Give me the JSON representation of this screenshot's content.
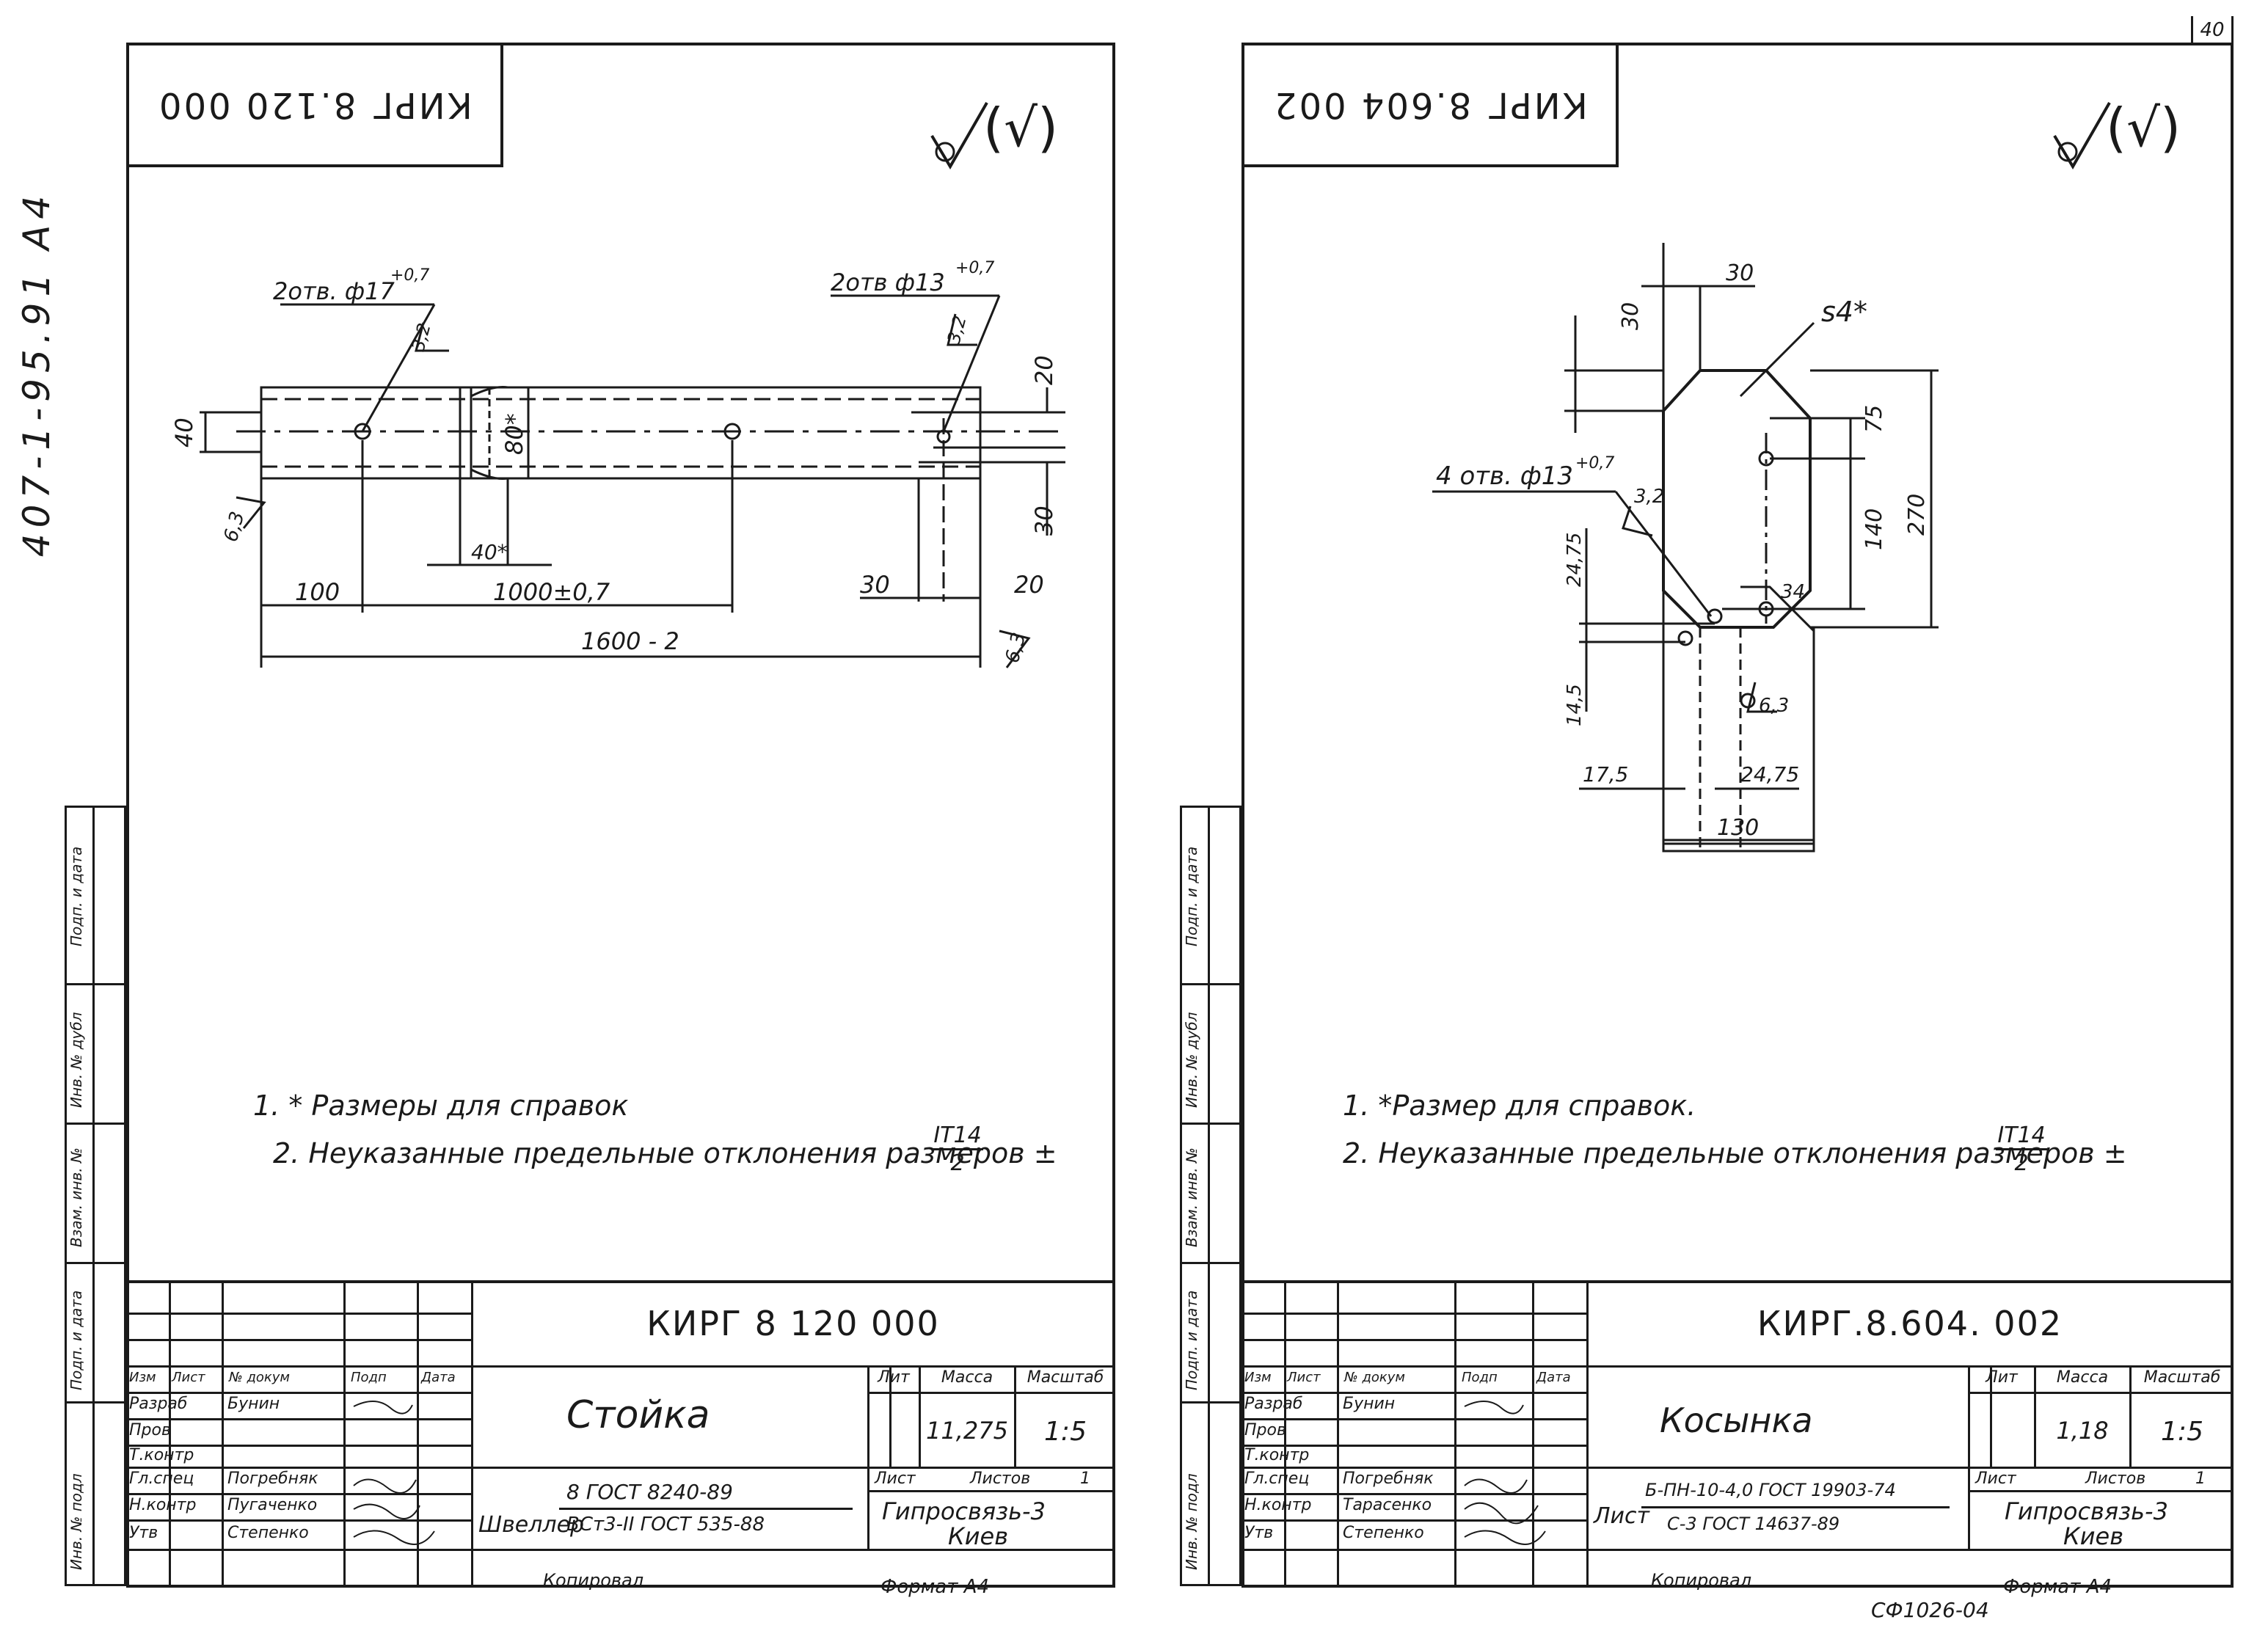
{
  "page_number": "40",
  "footer_code": "СФ1026-04",
  "left": {
    "header_code": "КИРГ 8.120 000",
    "roughness": "(√)",
    "vertical_label": "407-1-95.91 А4",
    "dims": {
      "hole1": "2отв. ф17",
      "hole1_tol": "+0,7",
      "hole2": "2отв ф13",
      "hole2_tol": "+0,7",
      "r32a": "3,2",
      "r32b": "3,2",
      "d20top": "20",
      "d40": "40",
      "d80": "80*",
      "d30right": "30",
      "d63left": "6,3",
      "d40w": "40*",
      "d100": "100",
      "d1000": "1000±0,7",
      "d30": "30",
      "d20": "20",
      "d1600": "1600 - 2",
      "d63right": "6,3"
    },
    "notes": [
      "1. * Размеры для справок",
      "2. Неуказанные предельные отклонения размеров ±"
    ],
    "tol_num": "IT14",
    "tol_den": "2",
    "title_block": {
      "code": "КИРГ 8 120 000",
      "name": "Стойка",
      "col_headers": [
        "Лит",
        "Масса",
        "Масштаб"
      ],
      "mass": "11,275",
      "scale": "1:5",
      "sheet_label": "Лист",
      "sheets_label": "Листов",
      "sheets_value": "1",
      "material_prefix": "Швеллер",
      "material_top": "8 ГОСТ 8240-89",
      "material_bottom": "ВСт3-II ГОСТ 535-88",
      "org_line1": "Гипросвязь-3",
      "org_line2": "Киев",
      "header_row": [
        "Изм",
        "Лист",
        "№ докум",
        "Подп",
        "Дата"
      ],
      "roles": [
        "Разраб",
        "Пров",
        "Т.контр",
        "Гл.спец",
        "Н.контр",
        "Утв"
      ],
      "names": [
        "Бунин",
        "",
        "",
        "Погребняк",
        "Пугаченко",
        "Степенко"
      ],
      "copied": "Копировал",
      "format": "Формат А4"
    },
    "side_labels": [
      "Подп. и дата",
      "Инв. № дубл",
      "Взам. инв. №",
      "Подп. и дата",
      "Инв. № подл"
    ]
  },
  "right": {
    "header_code": "КИРГ 8.604 002",
    "roughness": "(√)",
    "dims": {
      "d30top": "30",
      "d30w": "30",
      "thick": "s4*",
      "holes": "4 отв. ф13",
      "holes_tol": "+0,7",
      "r32": "3,2",
      "d75": "75",
      "d140": "140",
      "d270": "270",
      "d2475v": "24,75",
      "d34": "34",
      "d145": "14,5",
      "d63": "6,3",
      "d175": "17,5",
      "d2475h": "24,75",
      "d130": "130"
    },
    "notes": [
      "1. *Размер для справок.",
      "2. Неуказанные предельные отклонения размеров ±"
    ],
    "tol_num": "IT14",
    "tol_den": "2",
    "title_block": {
      "code": "КИРГ.8.604. 002",
      "name": "Косынка",
      "col_headers": [
        "Лит",
        "Масса",
        "Масштаб"
      ],
      "mass": "1,18",
      "scale": "1:5",
      "sheet_label": "Лист",
      "sheets_label": "Листов",
      "sheets_value": "1",
      "material_prefix": "Лист",
      "material_top": "Б-ПН-10-4,0 ГОСТ 19903-74",
      "material_bottom": "С-3 ГОСТ 14637-89",
      "org_line1": "Гипросвязь-3",
      "org_line2": "Киев",
      "header_row": [
        "Изм",
        "Лист",
        "№ докум",
        "Подп",
        "Дата"
      ],
      "roles": [
        "Разраб",
        "Пров",
        "Т.контр",
        "Гл.спец",
        "Н.контр",
        "Утв"
      ],
      "names": [
        "Бунин",
        "",
        "",
        "Погребняк",
        "Тарасенко",
        "Степенко"
      ],
      "copied": "Копировал",
      "format": "Формат А4"
    },
    "side_labels": [
      "Подп. и дата",
      "Инв. № дубл",
      "Взам. инв. №",
      "Подп. и дата",
      "Инв. № подл"
    ]
  }
}
